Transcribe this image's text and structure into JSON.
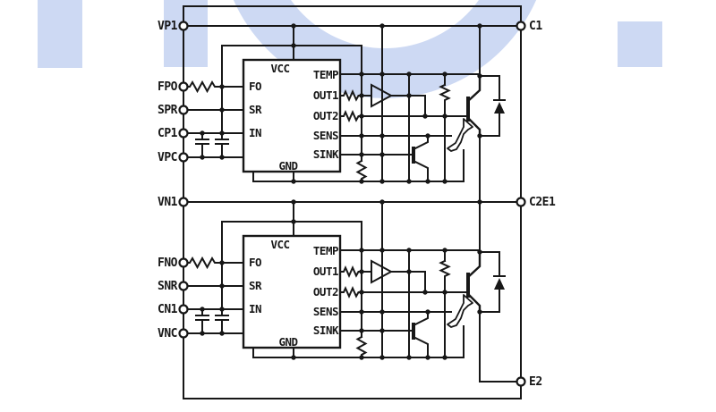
{
  "colors": {
    "line": "#171717",
    "background": "#ffffff",
    "watermark": "#cdd9f3"
  },
  "module": {
    "left_pins_top": [
      "VP1",
      "FPO",
      "SPR",
      "CP1",
      "VPC"
    ],
    "left_pins_bottom": [
      "VN1",
      "FNO",
      "SNR",
      "CN1",
      "VNC"
    ],
    "right_pins": [
      "C1",
      "C2E1",
      "E2"
    ],
    "channels": [
      {
        "ic": {
          "top": "VCC",
          "bottom": "GND",
          "left": [
            "FO",
            "SR",
            "IN"
          ],
          "right": [
            "TEMP",
            "OUT1",
            "OUT2",
            "SENS",
            "SINK"
          ]
        }
      },
      {
        "ic": {
          "top": "VCC",
          "bottom": "GND",
          "left": [
            "FO",
            "SR",
            "IN"
          ],
          "right": [
            "TEMP",
            "OUT1",
            "OUT2",
            "SENS",
            "SINK"
          ]
        }
      }
    ]
  }
}
